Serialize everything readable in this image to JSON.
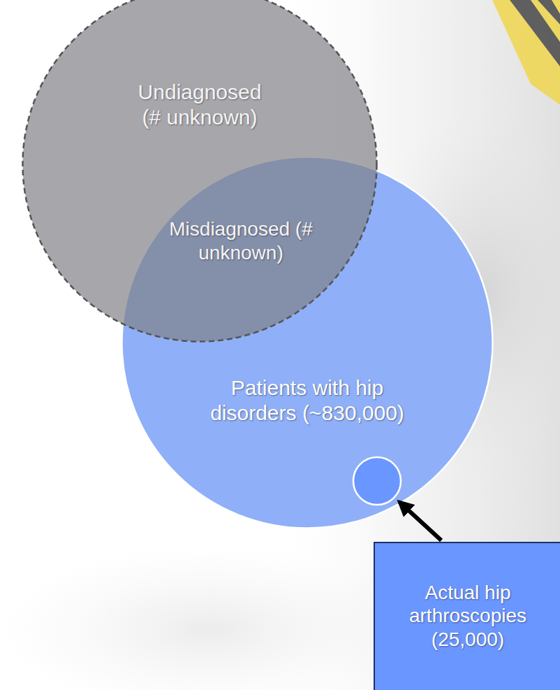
{
  "diagram": {
    "nodes": [
      {
        "text": [
          "Undiagnosed (# unknown)"
        ]
      },
      {
        "text": [
          "Misdiagnosed (# unknown)"
        ]
      },
      {
        "text": [
          "Patients with hip disorders (~830,000)"
        ]
      },
      {
        "text": [
          "Actual hip arthroscopies (25,000)"
        ]
      }
    ]
  }
}
